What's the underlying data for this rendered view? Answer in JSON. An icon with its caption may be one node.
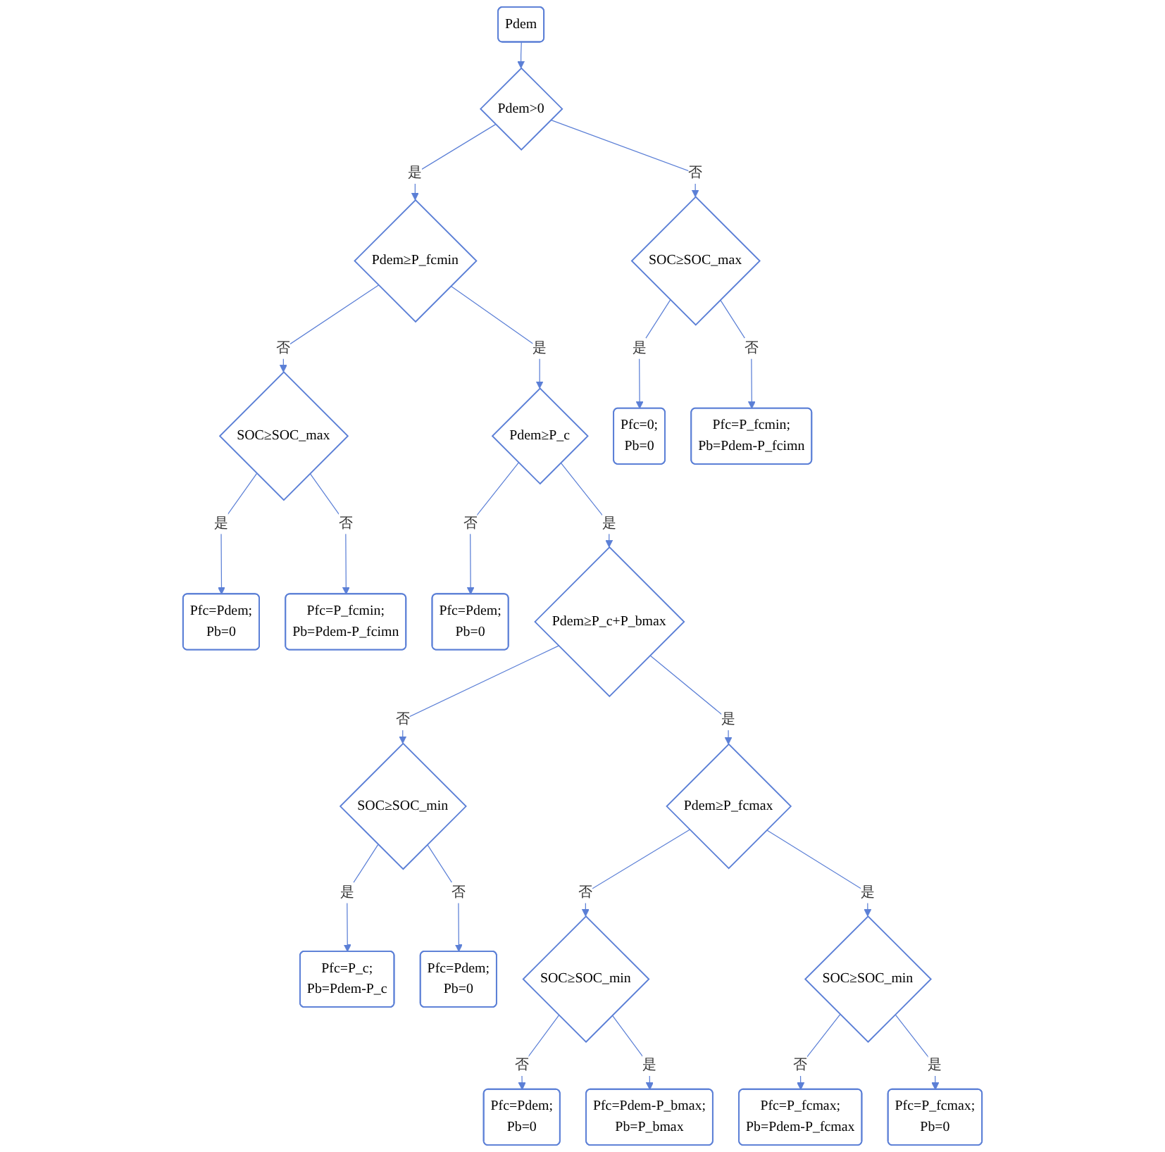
{
  "diagram": {
    "nodes": [
      {
        "text": [
          "Pfc=Pdem;",
          "Pb=0"
        ]
      },
      {
        "text": [
          "Pdem"
        ]
      },
      {
        "text": [
          "SOC≥SOC_max"
        ]
      },
      {
        "text": [
          "Pdem≥P_fcmin"
        ]
      },
      {
        "text": [
          "Pdem>0"
        ]
      },
      {
        "text": [
          "Pfc=P_fcmin;",
          "Pb=Pdem-P_fcimn"
        ]
      },
      {
        "text": [
          "SOC≥SOC_max"
        ]
      },
      {
        "text": [
          "Pfc=0;",
          "Pb=0"
        ]
      },
      {
        "text": [
          "Pfc=P_fcmin;",
          "Pb=Pdem-P_fcimn"
        ]
      },
      {
        "text": [
          "Pfc=Pdem;",
          "Pb=0"
        ]
      },
      {
        "text": [
          "Pdem≥P_c"
        ]
      },
      {
        "text": [
          "Pfc=P_c;",
          "Pb=Pdem-P_c"
        ]
      },
      {
        "text": [
          "Pdem≥P_c+P_bmax"
        ]
      },
      {
        "text": [
          "SOC≥SOC_min"
        ]
      },
      {
        "text": [
          "Pfc=Pdem;",
          "Pb=0"
        ]
      },
      {
        "text": [
          "Pdem≥P_fcmax"
        ]
      },
      {
        "text": [
          "SOC≥SOC_min"
        ]
      },
      {
        "text": [
          "Pfc=Pdem;",
          "Pb=0"
        ]
      },
      {
        "text": [
          "Pfc=P_fcmax;",
          "Pb=Pdem-P_fcmax"
        ]
      },
      {
        "text": [
          "SOC≥SOC_min"
        ]
      },
      {
        "text": [
          "Pfc=Pdem-P_bmax;",
          "Pb=P_bmax"
        ]
      },
      {
        "text": [
          "Pfc=P_fcmax;",
          "Pb=0"
        ]
      }
    ],
    "edges": [
      {
        "from": 1,
        "to": 4,
        "arrow": "to"
      },
      {
        "from": 4,
        "to": 3,
        "arrow": "to",
        "label": "是"
      },
      {
        "from": 4,
        "to": 6,
        "arrow": "to",
        "label": "否"
      },
      {
        "from": 3,
        "to": 2,
        "arrow": "to",
        "label": "否"
      },
      {
        "from": 2,
        "to": 0,
        "arrow": "to",
        "label": "是"
      },
      {
        "from": 2,
        "to": 5,
        "arrow": "to",
        "label": "否"
      },
      {
        "from": 6,
        "to": 7,
        "arrow": "to",
        "label": "是"
      },
      {
        "from": 6,
        "to": 8,
        "arrow": "to",
        "label": "否"
      },
      {
        "from": 3,
        "to": 10,
        "arrow": "to",
        "label": "是"
      },
      {
        "from": 10,
        "to": 9,
        "arrow": "to",
        "label": "否"
      },
      {
        "from": 10,
        "to": 12,
        "arrow": "to",
        "label": "是"
      },
      {
        "from": 12,
        "to": 13,
        "arrow": "to",
        "label": "否"
      },
      {
        "from": 13,
        "to": 11,
        "arrow": "to",
        "label": "是"
      },
      {
        "from": 13,
        "to": 14,
        "arrow": "to",
        "label": "否"
      },
      {
        "from": 12,
        "to": 15,
        "arrow": "to",
        "label": "是"
      },
      {
        "from": 15,
        "to": 16,
        "arrow": "to",
        "label": "否"
      },
      {
        "from": 16,
        "to": 17,
        "arrow": "to",
        "label": "否"
      },
      {
        "from": 16,
        "to": 20,
        "arrow": "to",
        "label": "是"
      },
      {
        "from": 15,
        "to": 19,
        "arrow": "to",
        "label": "是"
      },
      {
        "from": 19,
        "to": 18,
        "arrow": "to",
        "label": "否"
      },
      {
        "from": 19,
        "to": 21,
        "arrow": "to",
        "label": "是"
      }
    ]
  }
}
